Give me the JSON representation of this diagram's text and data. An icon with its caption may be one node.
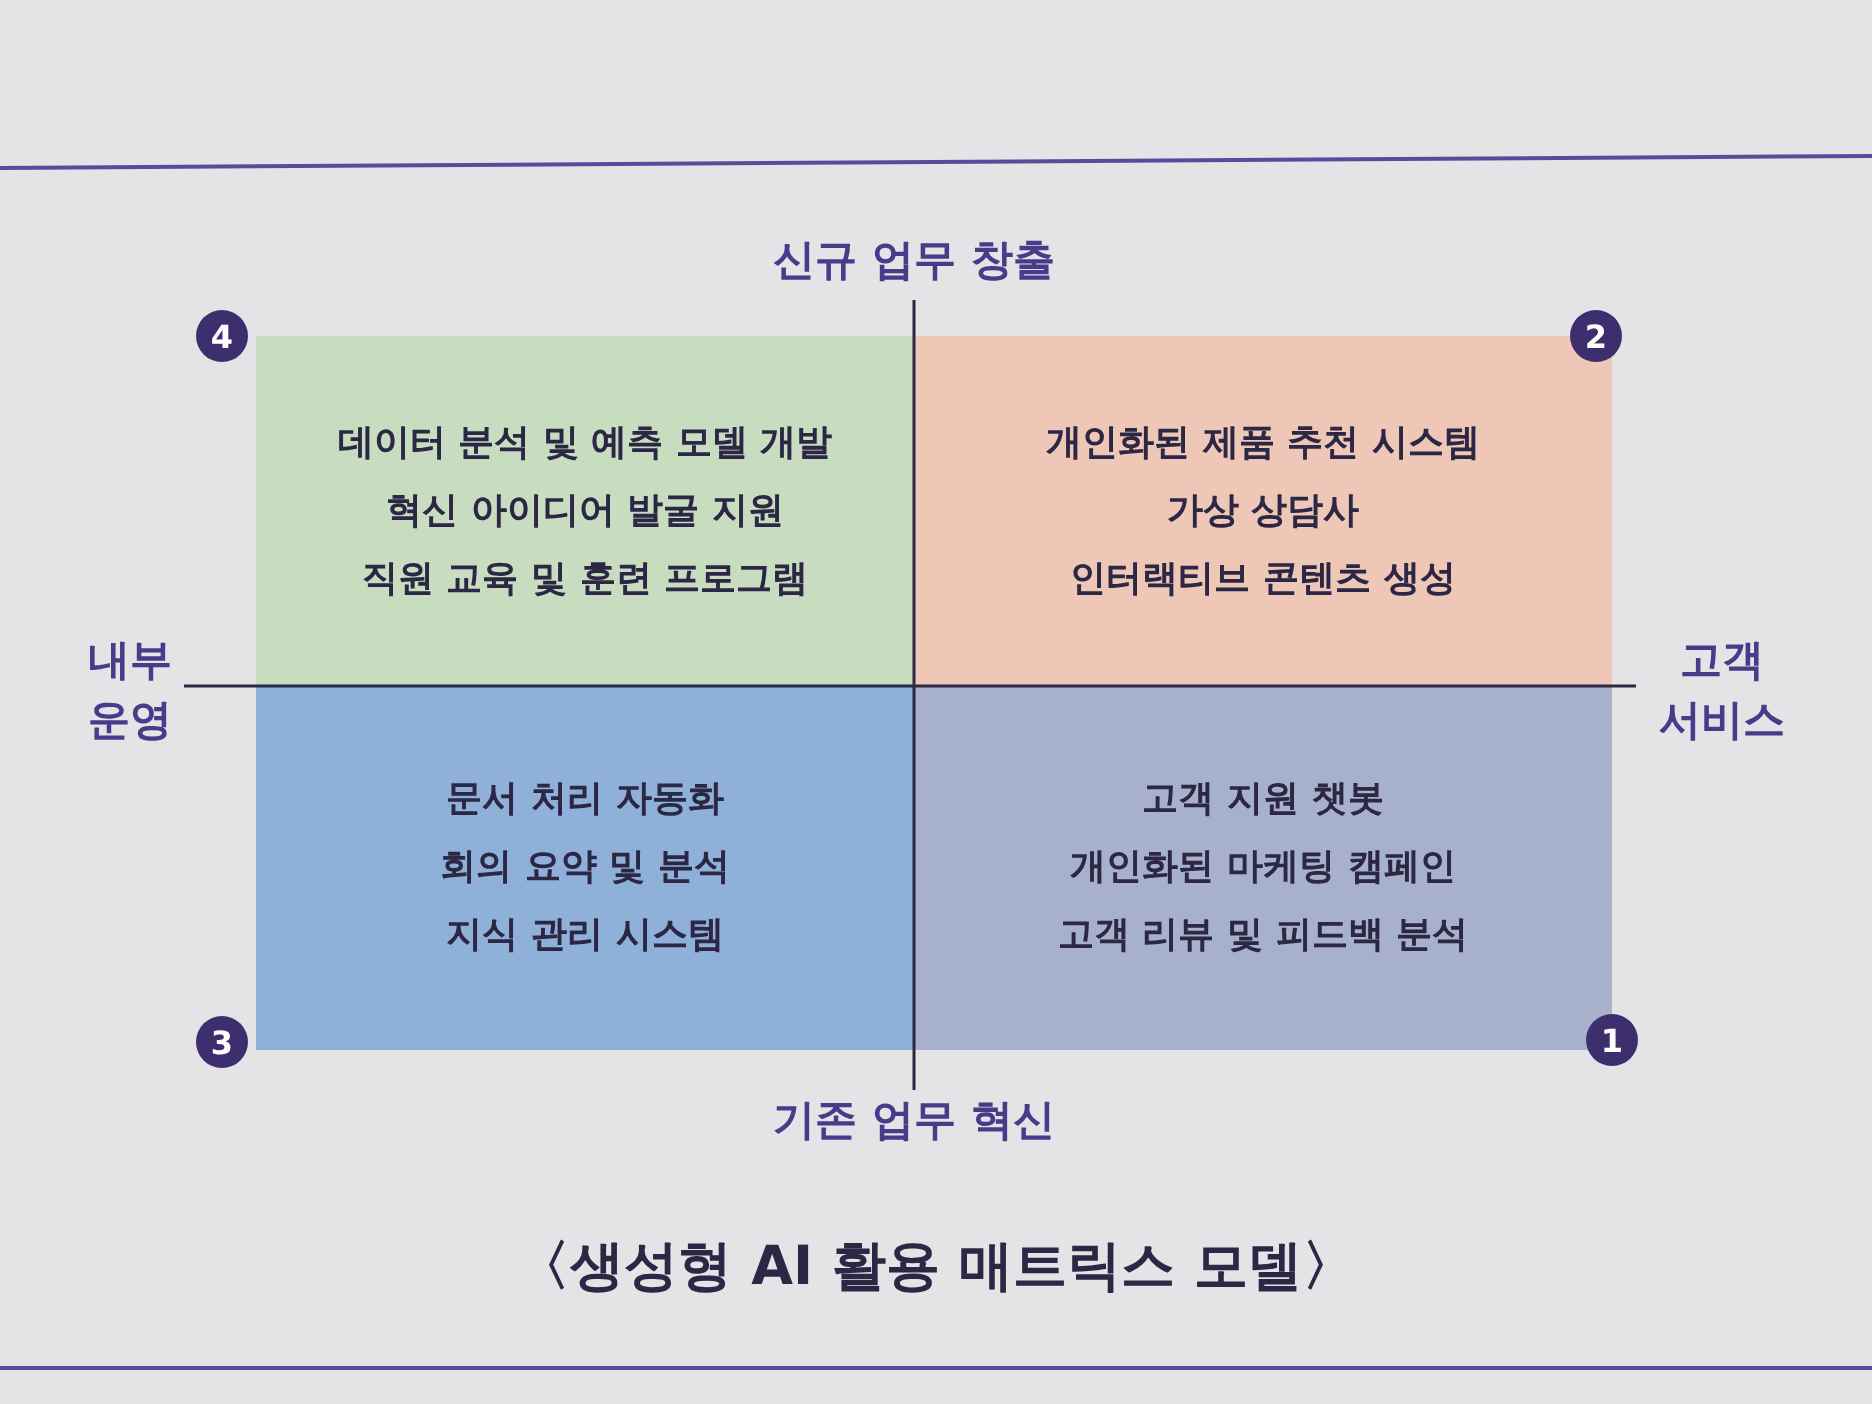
{
  "diagram": {
    "caption": "〈생성형 AI 활용 매트릭스 모델〉",
    "nodes": [
      {
        "text": [
          "데이터 분석 및 예측 모델 개발",
          "혁신 아이디어 발굴 지원",
          "직원 교육 및 훈련 프로그램"
        ],
        "beside": [
          "4"
        ]
      },
      {
        "text": [
          "개인화된 제품 추천 시스템",
          "가상 상담사",
          "인터랙티브 콘텐츠 생성"
        ],
        "beside": [
          "2"
        ]
      },
      {
        "text": [
          "문서 처리 자동화",
          "회의 요약 및 분석",
          "지식 관리 시스템"
        ],
        "beside": [
          "3"
        ]
      },
      {
        "text": [
          "고객 지원 챗봇",
          "개인화된 마케팅 캠페인",
          "고객 리뷰 및 피드백 분석"
        ],
        "beside": [
          "1"
        ]
      }
    ],
    "labels": [
      "신규 업무 창출",
      "내부 운영",
      "고객 서비스",
      "기존 업무 혁신"
    ]
  }
}
